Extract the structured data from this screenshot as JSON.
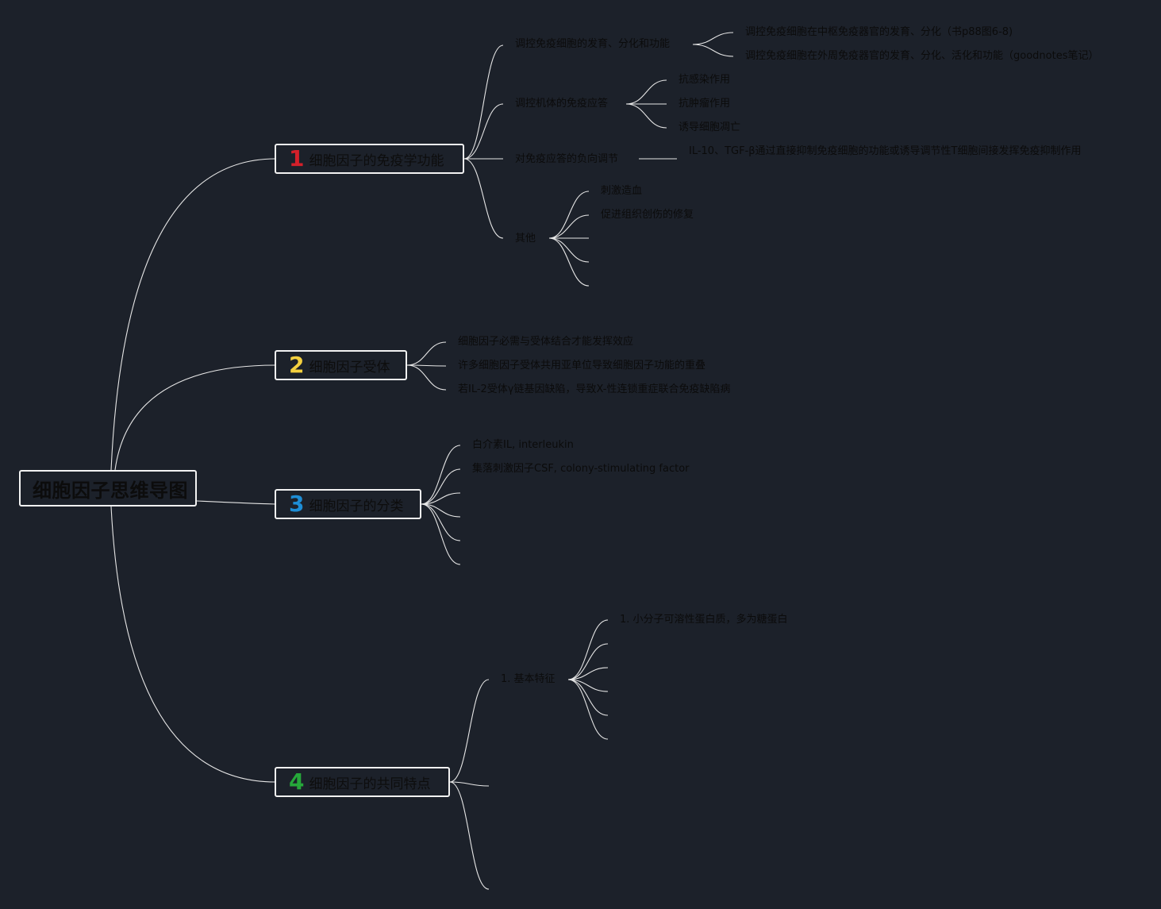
{
  "root": {
    "title": "细胞因子思维导图"
  },
  "branches": [
    {
      "number": "1",
      "label": "细胞因子的免疫学功能",
      "children": [
        {
          "label": "调控免疫细胞的发育、分化和功能",
          "children": [
            "调控免疫细胞在中枢免疫器官的发育、分化（书p88图6-8)",
            "调控免疫细胞在外周免疫器官的发育、分化、活化和功能（goodnotes笔记）"
          ]
        },
        {
          "label": "调控机体的免疫应答",
          "children": [
            "抗感染作用",
            "抗肿瘤作用",
            "诱导细胞凋亡"
          ]
        },
        {
          "label": "对免疫应答的负向调节",
          "children": [
            "IL-10、TGF-β通过直接抑制免疫细胞的功能或诱导调节性T细胞间接发挥免疫抑制作用"
          ]
        },
        {
          "label": "其他",
          "children": [
            "刺激造血",
            "促进组织创伤的修复"
          ]
        }
      ]
    },
    {
      "number": "2",
      "label": "细胞因子受体",
      "children": [
        "细胞因子必需与受体结合才能发挥效应",
        "许多细胞因子受体共用亚单位导致细胞因子功能的重叠",
        "若IL-2受体γ链基因缺陷，导致X-性连锁重症联合免疫缺陷病"
      ]
    },
    {
      "number": "3",
      "label": "细胞因子的分类",
      "children": [
        "白介素IL, interleukin",
        "集落刺激因子CSF, colony-stimulating factor"
      ]
    },
    {
      "number": "4",
      "label": "细胞因子的共同特点",
      "children": [
        {
          "label": "1. 基本特征",
          "children": [
            "1. 小分子可溶性蛋白质，多为糖蛋白"
          ]
        }
      ]
    }
  ]
}
